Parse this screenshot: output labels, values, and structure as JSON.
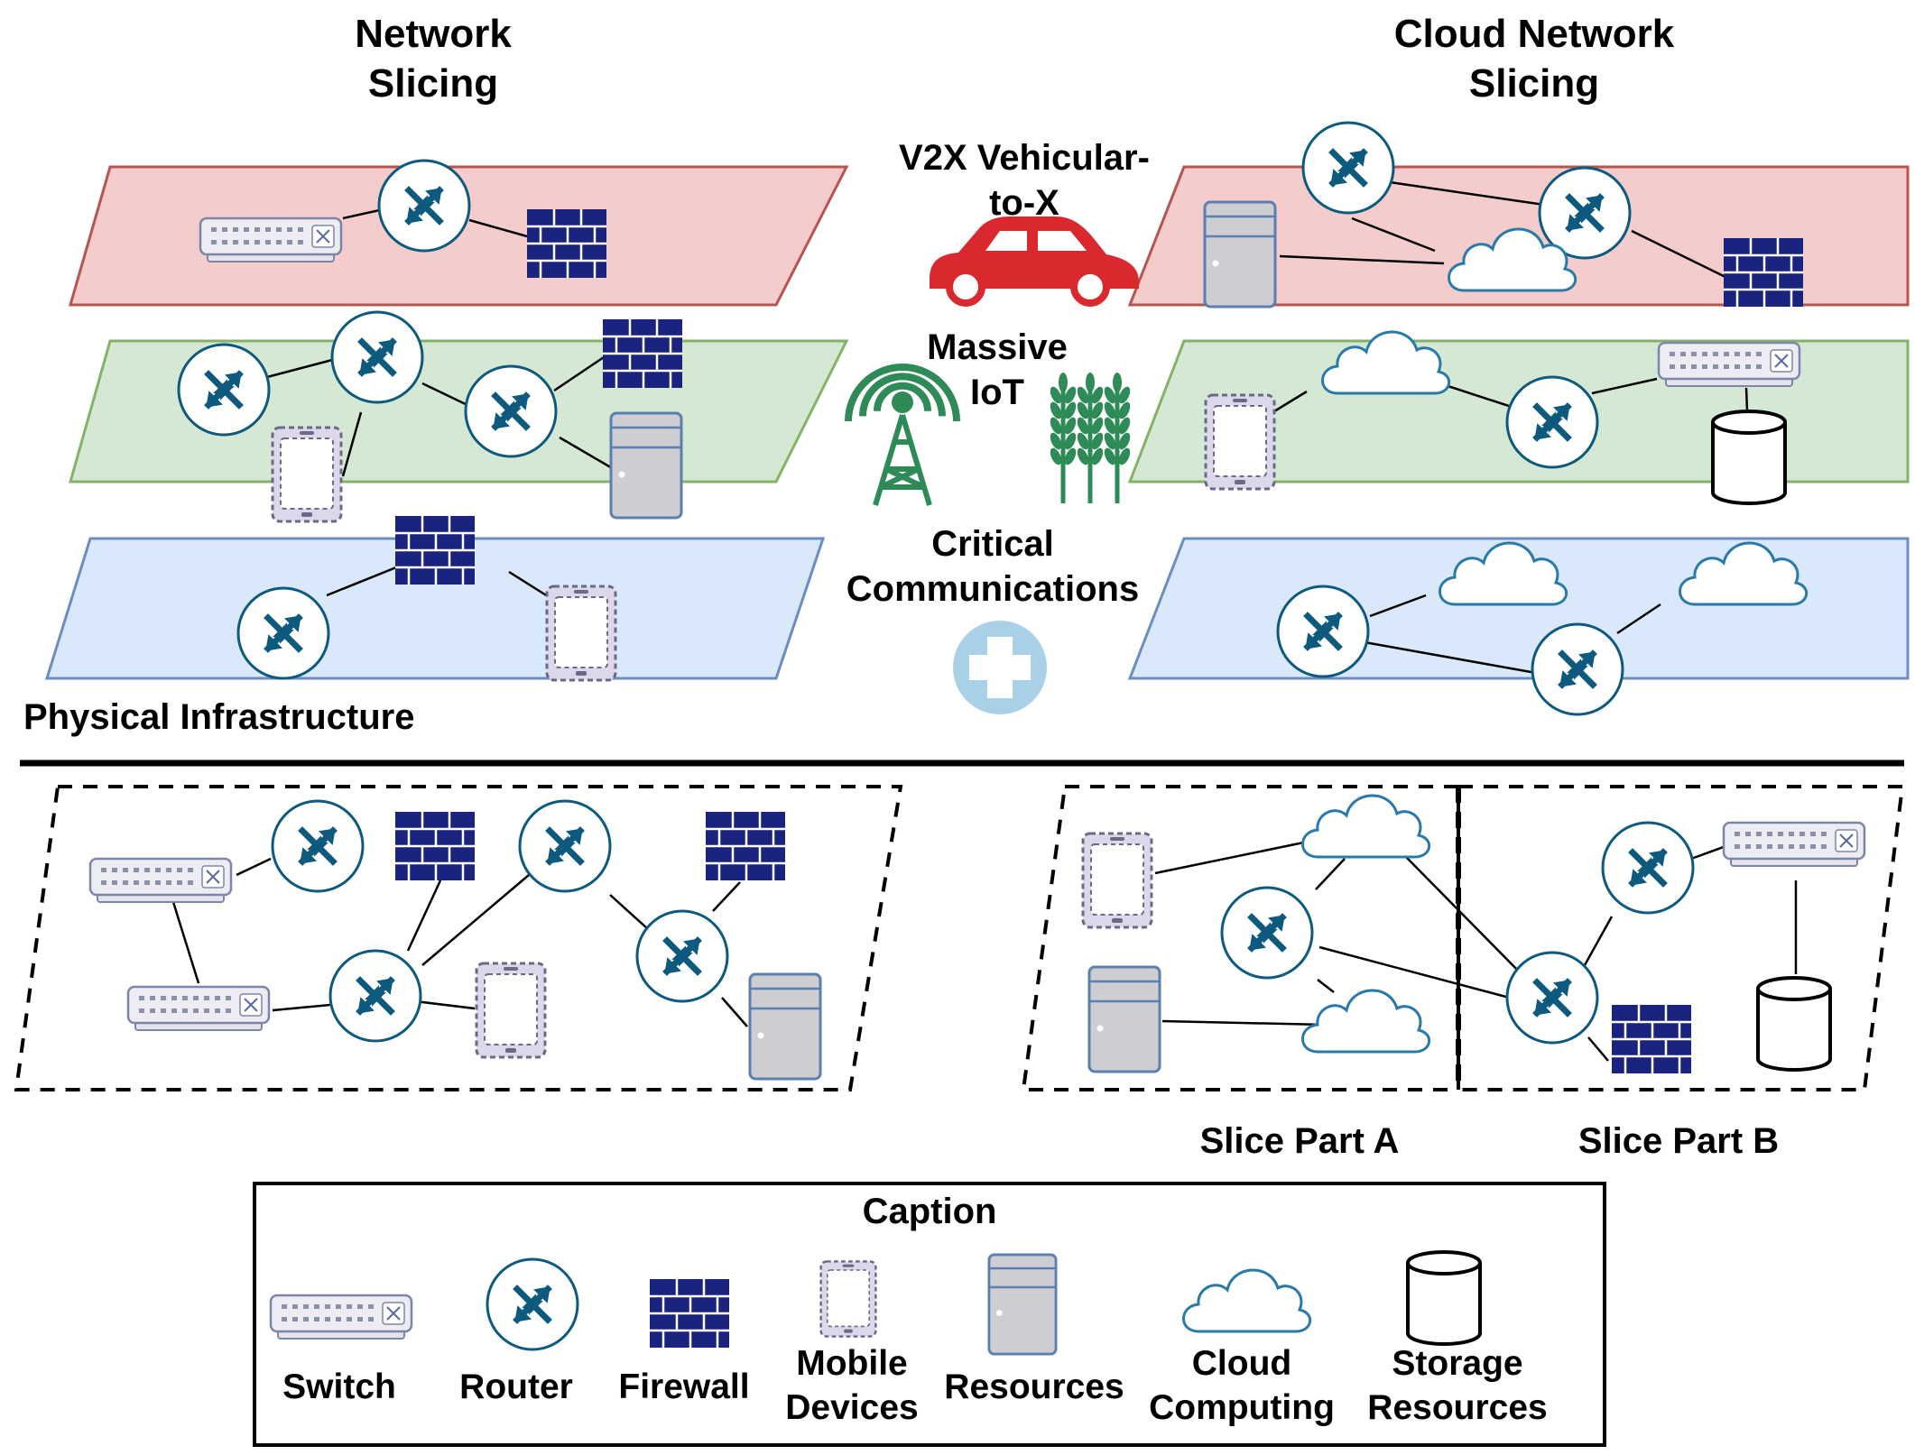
{
  "titles": {
    "network_slicing": [
      "Network",
      "Slicing"
    ],
    "cloud_network_slicing": [
      "Cloud Network",
      "Slicing"
    ]
  },
  "use_cases": {
    "v2x": [
      "V2X Vehicular-",
      "to-X"
    ],
    "massive_iot": [
      "Massive",
      "IoT"
    ],
    "critical_comms": [
      "Critical",
      "Communications"
    ]
  },
  "physical_infrastructure": "Physical Infrastructure",
  "slice_parts": {
    "a": "Slice Part A",
    "b": "Slice Part B"
  },
  "caption": {
    "title": "Caption",
    "items": [
      {
        "icon": "switch-icon",
        "label": [
          "Switch"
        ]
      },
      {
        "icon": "router-icon",
        "label": [
          "Router"
        ]
      },
      {
        "icon": "firewall-icon",
        "label": [
          "Firewall"
        ]
      },
      {
        "icon": "mobile-device-icon",
        "label": [
          "Mobile",
          "Devices"
        ]
      },
      {
        "icon": "server-icon",
        "label": [
          "Resources"
        ]
      },
      {
        "icon": "cloud-icon",
        "label": [
          "Cloud",
          "Computing"
        ]
      },
      {
        "icon": "storage-icon",
        "label": [
          "Storage",
          "Resources"
        ]
      }
    ]
  },
  "colors": {
    "slice_red_fill": "#f5cccc",
    "slice_red_stroke": "#b85450",
    "slice_green_fill": "#d5e8d4",
    "slice_green_stroke": "#82b366",
    "slice_blue_fill": "#dae8fc",
    "slice_blue_stroke": "#6c8ebf",
    "router_arrows": "#0e5a7e",
    "firewall": "#1a237e",
    "car": "#d9292f",
    "tower": "#2e8b57",
    "medical": "#a8d1e8",
    "cloud_stroke": "#2a7aa8"
  }
}
